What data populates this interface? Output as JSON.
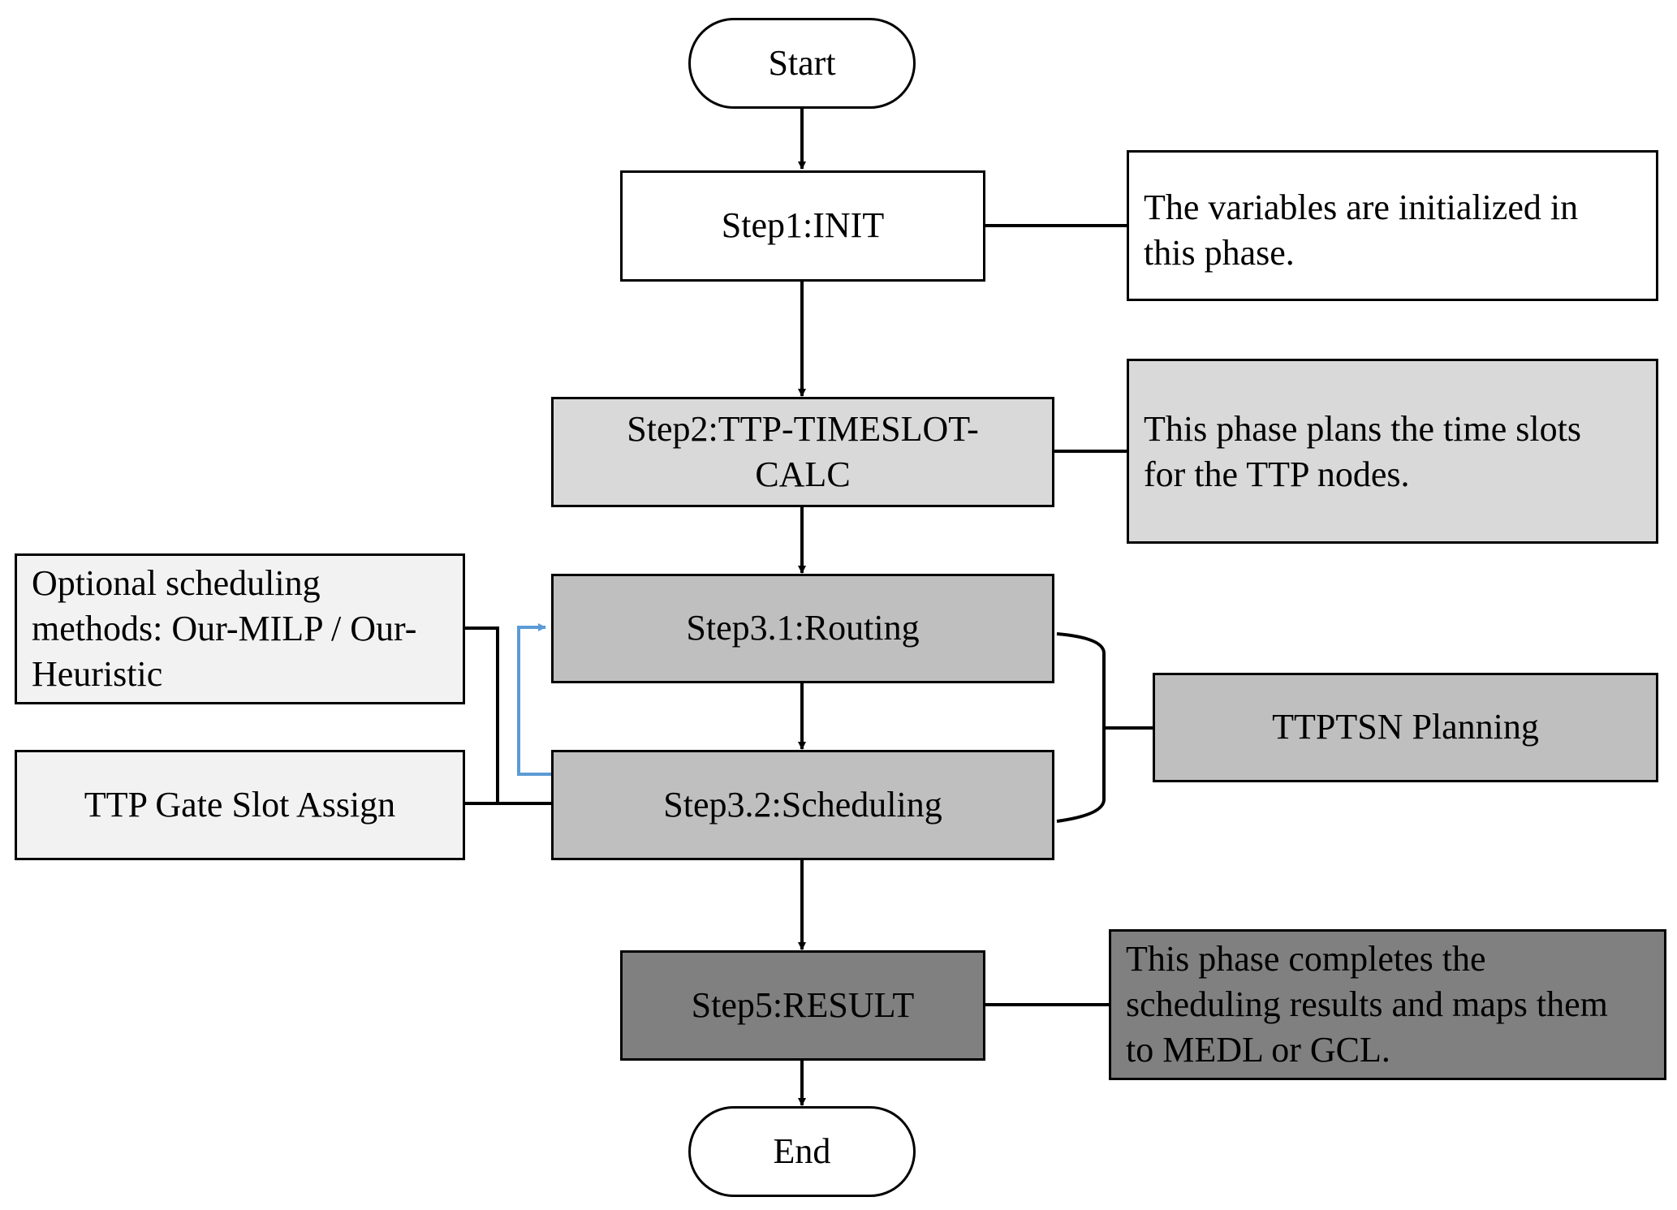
{
  "colors": {
    "stroke": "#000000",
    "feedback_arrow": "#5b9bd5",
    "fill_white": "#ffffff",
    "fill_light": "#d9d9d9",
    "fill_medium": "#bfbfbf",
    "fill_dark": "#808080",
    "fill_note": "#f2f2f2"
  },
  "flow": {
    "start": "Start",
    "step1": "Step1:INIT",
    "step2": "Step2:TTP-TIMESLOT-\nCALC",
    "step31": "Step3.1:Routing",
    "step32": "Step3.2:Scheduling",
    "step5": "Step5:RESULT",
    "end": "End"
  },
  "notes": {
    "init": "The variables are initialized in\nthis phase.",
    "timeslot": "This phase plans the time slots\nfor the TTP nodes.",
    "planning": "TTPTSN Planning",
    "result": "This phase completes the\nscheduling results and maps them\nto MEDL or GCL.",
    "methods": "Optional scheduling\nmethods: Our-MILP / Our-\nHeuristic",
    "gate": "TTP Gate Slot Assign"
  }
}
